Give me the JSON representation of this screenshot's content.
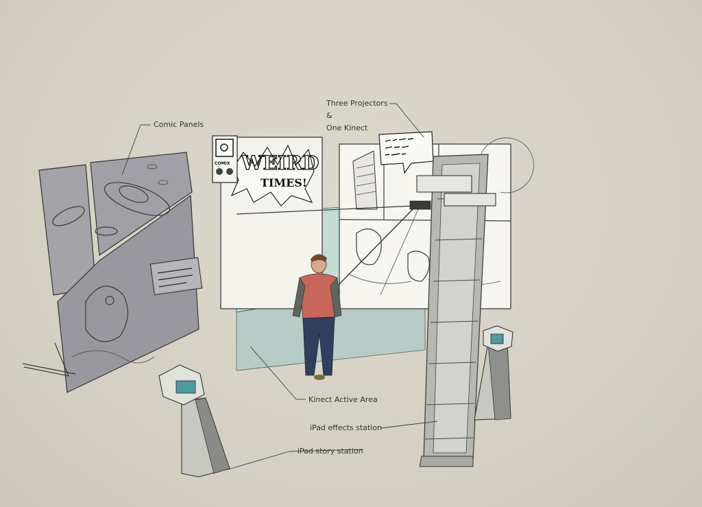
{
  "labels": {
    "comic_panels": "Comic Panels",
    "projectors_line1": "Three Projectors",
    "projectors_line2": "&",
    "projectors_line3": "One Kinect",
    "kinect_area": "Kinect Active Area",
    "ipad_effects": "iPad effects station",
    "ipad_story": "iPad story station"
  },
  "signage": {
    "weird_line1": "WEIRD",
    "weird_line2": "TIMES!",
    "logo_text": "COMIX"
  },
  "colors": {
    "background": "#d6d2c6",
    "panel_gray": "#9a9a9e",
    "active_area": "#bcd9d4",
    "shirt": "#c9665a",
    "jeans": "#2f3f60",
    "screen_teal": "#4e9aa0"
  }
}
